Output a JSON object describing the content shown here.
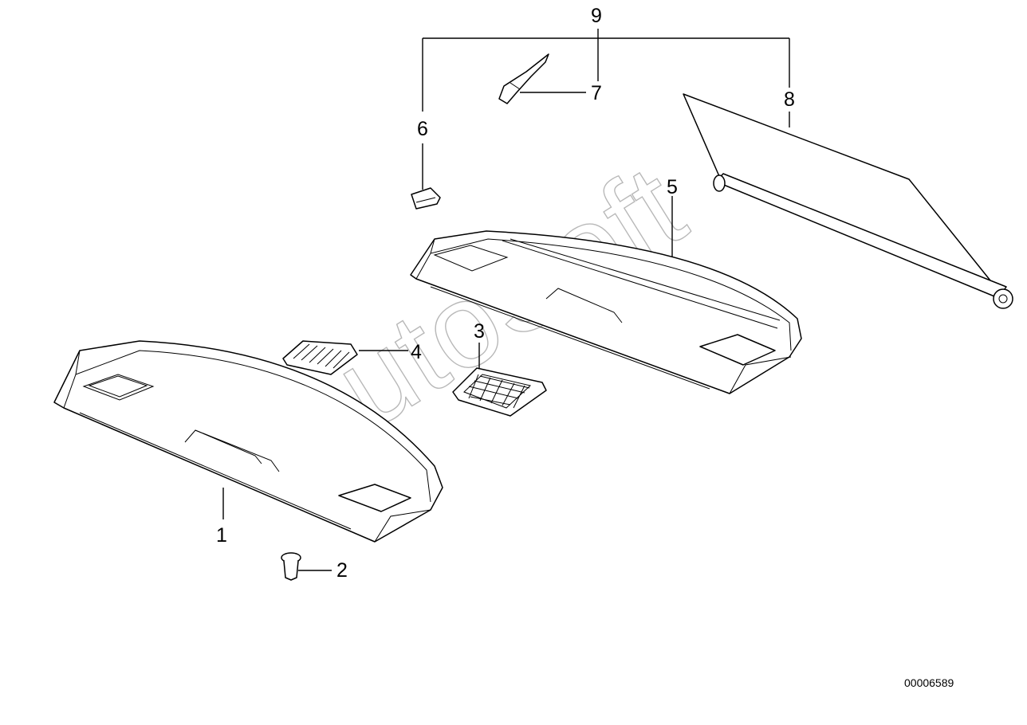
{
  "diagram": {
    "callouts": [
      {
        "id": "1",
        "label": "1"
      },
      {
        "id": "2",
        "label": "2"
      },
      {
        "id": "3",
        "label": "3"
      },
      {
        "id": "4",
        "label": "4"
      },
      {
        "id": "5",
        "label": "5"
      },
      {
        "id": "6",
        "label": "6"
      },
      {
        "id": "7",
        "label": "7"
      },
      {
        "id": "8",
        "label": "8"
      },
      {
        "id": "9",
        "label": "9"
      }
    ],
    "watermark": "AutoSoft",
    "document_number": "00006589"
  }
}
